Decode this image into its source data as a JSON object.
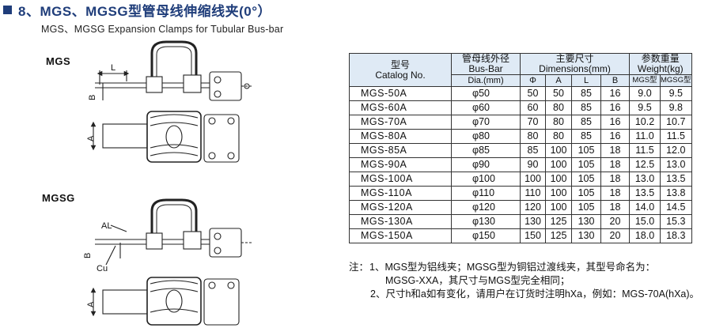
{
  "title": "8、MGS、MGSG型管母线伸缩线夹(0°）",
  "subtitle": "MGS、MGSG Expansion Clamps for Tubular Bus-bar",
  "models": {
    "mgs": "MGS",
    "mgsg": "MGSG"
  },
  "drawing_labels": {
    "L": "L",
    "B": "B",
    "A": "A",
    "AL": "AL",
    "Cu": "Cu"
  },
  "table": {
    "headers": {
      "model_cn": "型号",
      "model_en": "Catalog No.",
      "dia_cn": "管母线外径",
      "dia_en1": "Bus-Bar",
      "dia_en2": "Dia.(mm)",
      "dims_cn": "主要尺寸",
      "dims_en": "Dimensions(mm)",
      "weight_cn": "参数重量",
      "weight_en": "Weight(kg)",
      "phi": "Φ",
      "a": "A",
      "l": "L",
      "b": "B",
      "mgs_type": "MGS型",
      "mgsg_type": "MGSG型"
    },
    "rows": [
      {
        "catalog": "MGS-50A",
        "dia": "φ50",
        "phi": "50",
        "a": "50",
        "l": "85",
        "b": "16",
        "w1": "9.0",
        "w2": "9.5"
      },
      {
        "catalog": "MGS-60A",
        "dia": "φ60",
        "phi": "60",
        "a": "80",
        "l": "85",
        "b": "16",
        "w1": "9.5",
        "w2": "9.8"
      },
      {
        "catalog": "MGS-70A",
        "dia": "φ70",
        "phi": "70",
        "a": "80",
        "l": "85",
        "b": "16",
        "w1": "10.2",
        "w2": "10.7"
      },
      {
        "catalog": "MGS-80A",
        "dia": "φ80",
        "phi": "80",
        "a": "80",
        "l": "85",
        "b": "16",
        "w1": "11.0",
        "w2": "11.5"
      },
      {
        "catalog": "MGS-85A",
        "dia": "φ85",
        "phi": "85",
        "a": "100",
        "l": "105",
        "b": "18",
        "w1": "11.5",
        "w2": "12.0"
      },
      {
        "catalog": "MGS-90A",
        "dia": "φ90",
        "phi": "90",
        "a": "100",
        "l": "105",
        "b": "18",
        "w1": "12.5",
        "w2": "13.0"
      },
      {
        "catalog": "MGS-100A",
        "dia": "φ100",
        "phi": "100",
        "a": "100",
        "l": "105",
        "b": "18",
        "w1": "13.0",
        "w2": "13.5"
      },
      {
        "catalog": "MGS-110A",
        "dia": "φ110",
        "phi": "110",
        "a": "100",
        "l": "105",
        "b": "18",
        "w1": "13.5",
        "w2": "13.8"
      },
      {
        "catalog": "MGS-120A",
        "dia": "φ120",
        "phi": "120",
        "a": "100",
        "l": "105",
        "b": "18",
        "w1": "14.0",
        "w2": "14.5"
      },
      {
        "catalog": "MGS-130A",
        "dia": "φ130",
        "phi": "130",
        "a": "125",
        "l": "130",
        "b": "20",
        "w1": "15.0",
        "w2": "15.3"
      },
      {
        "catalog": "MGS-150A",
        "dia": "φ150",
        "phi": "150",
        "a": "125",
        "l": "130",
        "b": "20",
        "w1": "18.0",
        "w2": "18.3"
      }
    ]
  },
  "notes": {
    "prefix": "注：",
    "line1": "1、MGS型为铝线夹；MGSG型为铜铝过渡线夹，其型号命名为：",
    "line2": "MGSG-XXA，其尺寸与MGS型完全相同；",
    "line3": "2、尺寸h和a如有变化，请用户在订货时注明hXa，例如：MGS-70A(hXa)。"
  },
  "colors": {
    "title": "#1f3d7a",
    "header_bg": "#dfeaf5",
    "line": "#222222"
  }
}
